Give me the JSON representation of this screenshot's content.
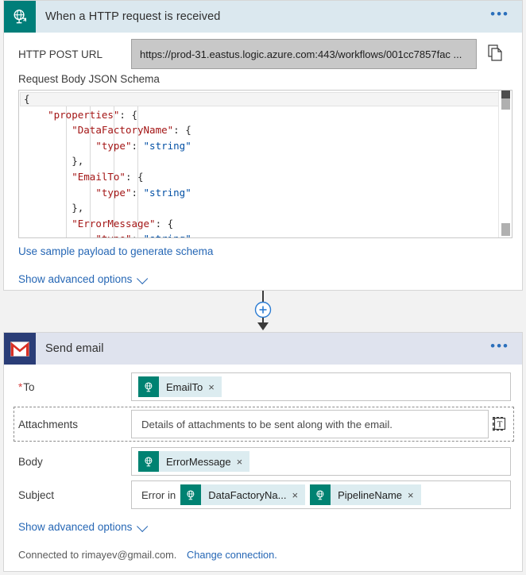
{
  "trigger": {
    "title": "When a HTTP request is received",
    "icon": "http-request-icon",
    "menu": "•••",
    "url_label": "HTTP POST URL",
    "url_value": "https://prod-31.eastus.logic.azure.com:443/workflows/001cc7857fac ...",
    "copy_icon": "copy-icon",
    "schema_label": "Request Body JSON Schema",
    "schema_lines": [
      {
        "indent": 0,
        "parts": [
          {
            "t": "{",
            "c": "p"
          }
        ]
      },
      {
        "indent": 1,
        "parts": [
          {
            "t": "\"properties\"",
            "c": "k"
          },
          {
            "t": ": {",
            "c": "p"
          }
        ]
      },
      {
        "indent": 2,
        "parts": [
          {
            "t": "\"DataFactoryName\"",
            "c": "k"
          },
          {
            "t": ": {",
            "c": "p"
          }
        ]
      },
      {
        "indent": 3,
        "parts": [
          {
            "t": "\"type\"",
            "c": "k"
          },
          {
            "t": ": ",
            "c": "p"
          },
          {
            "t": "\"string\"",
            "c": "s"
          }
        ]
      },
      {
        "indent": 2,
        "parts": [
          {
            "t": "},",
            "c": "p"
          }
        ]
      },
      {
        "indent": 2,
        "parts": [
          {
            "t": "\"EmailTo\"",
            "c": "k"
          },
          {
            "t": ": {",
            "c": "p"
          }
        ]
      },
      {
        "indent": 3,
        "parts": [
          {
            "t": "\"type\"",
            "c": "k"
          },
          {
            "t": ": ",
            "c": "p"
          },
          {
            "t": "\"string\"",
            "c": "s"
          }
        ]
      },
      {
        "indent": 2,
        "parts": [
          {
            "t": "},",
            "c": "p"
          }
        ]
      },
      {
        "indent": 2,
        "parts": [
          {
            "t": "\"ErrorMessage\"",
            "c": "k"
          },
          {
            "t": ": {",
            "c": "p"
          }
        ]
      },
      {
        "indent": 3,
        "parts": [
          {
            "t": "\"type\"",
            "c": "k"
          },
          {
            "t": ": ",
            "c": "p"
          },
          {
            "t": "\"string\"",
            "c": "s"
          }
        ]
      }
    ],
    "sample_payload_link": "Use sample payload to generate schema",
    "advanced_link": "Show advanced options"
  },
  "connector": {
    "add_icon": "add-step-plus-icon",
    "arrow_icon": "down-arrow-icon"
  },
  "mail": {
    "title": "Send email",
    "icon": "gmail-icon",
    "menu": "•••",
    "to": {
      "label": "To",
      "required": "*",
      "tokens": [
        {
          "text": "EmailTo",
          "remove": "×"
        }
      ]
    },
    "attachments": {
      "label": "Attachments",
      "placeholder": "Details of attachments to be sent along with the email.",
      "value": "",
      "expression_icon": "dynamic-content-icon"
    },
    "body": {
      "label": "Body",
      "tokens": [
        {
          "text": "ErrorMessage",
          "remove": "×"
        }
      ]
    },
    "subject": {
      "label": "Subject",
      "prefix_text": "Error in",
      "tokens": [
        {
          "text": "DataFactoryNa...",
          "remove": "×"
        },
        {
          "text": "PipelineName",
          "remove": "×"
        }
      ]
    },
    "advanced_link": "Show advanced options",
    "connected_text": "Connected to rimayev@gmail.com.",
    "change_connection_link": "Change connection."
  },
  "colors": {
    "teal": "#008272",
    "trigger_header": "#dbe8ef",
    "mail_header": "#dfe3ee",
    "link_blue": "#2667b5",
    "required_red": "#d64040",
    "json_key": "#a31515",
    "json_string": "#0451a5",
    "gmail_navy": "#2a3d77",
    "gmail_red": "#d93025"
  }
}
